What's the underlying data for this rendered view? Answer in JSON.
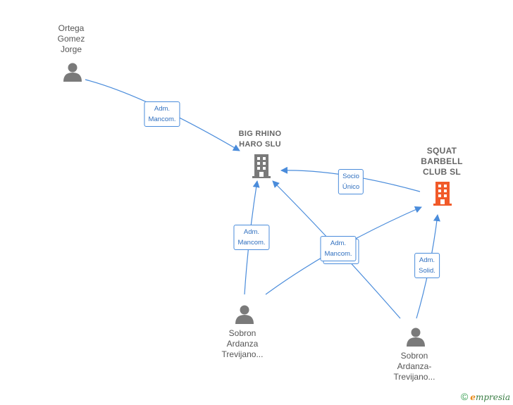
{
  "nodes": {
    "ortega": {
      "label": "Ortega\nGomez\nJorge",
      "kind": "person"
    },
    "big_rhino": {
      "label": "BIG RHINO\nHARO SLU",
      "kind": "company"
    },
    "squat": {
      "label": "SQUAT\nBARBELL\nCLUB  SL",
      "kind": "company-main"
    },
    "sobron1": {
      "label": "Sobron\nArdanza\nTrevijano...",
      "kind": "person"
    },
    "sobron2": {
      "label": "Sobron\nArdanza-\nTrevijano...",
      "kind": "person"
    }
  },
  "edges": {
    "e1": "Adm.\nMancom.",
    "e2": "Socio\nÚnico",
    "e3": "Adm.\nMancom.",
    "e4": "Adm.\nMancom.",
    "e5": "Adm.\nSolid."
  },
  "colors": {
    "edge": "#4a8cdb",
    "person_icon": "#7a7a7a",
    "company_icon": "#7a7a7a",
    "main_company_icon": "#f15a29"
  },
  "footer": {
    "copyright": "©",
    "brand_initial": "e",
    "brand_rest": "mpresia"
  }
}
